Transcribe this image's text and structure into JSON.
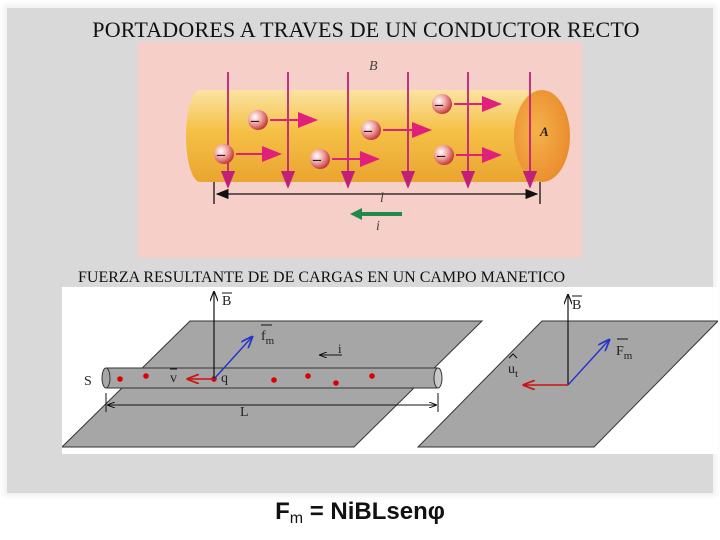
{
  "title": "PORTADORES A TRAVES DE UN CONDUCTOR RECTO",
  "subtitle": "FUERZA RESULTANTE DE  DE CARGAS EN UN CAMPO MANETICO",
  "top_figure": {
    "labels": {
      "field": "B",
      "area": "A",
      "length": "l",
      "current": "i"
    },
    "charge_symbol": "–",
    "colors": {
      "background": "#f7cfc9",
      "conductor": "#f5c046",
      "end_cap": "#f2a23a",
      "field_lines": "#c0207a",
      "velocity_arrows": "#e0207a",
      "current_arrow": "#1f8a4a"
    }
  },
  "bottom_figure": {
    "labels": {
      "field_left": "B",
      "force_left": "f",
      "force_left_sub": "m",
      "current": "i",
      "area": "S",
      "velocity": "v",
      "charge": "q",
      "length": "L",
      "field_right": "B",
      "unit_vector": "u",
      "unit_vector_sub": "t",
      "force_right": "F",
      "force_right_sub": "m"
    },
    "colors": {
      "plane": "#a6a6a6",
      "force_vector": "#2233cc",
      "velocity_vector": "#cc1111",
      "charges": "#dd0000"
    }
  },
  "formula": {
    "lhs": "F",
    "lhs_sub": "m",
    "rhs": " = NiBLsenφ"
  }
}
